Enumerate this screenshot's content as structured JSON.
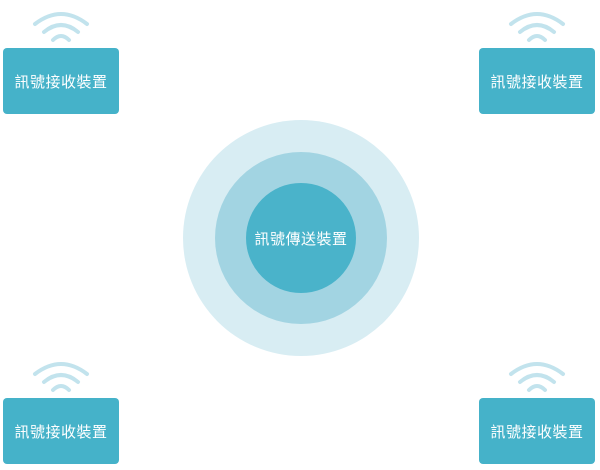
{
  "colors": {
    "receiver_box": "#45b2c9",
    "wifi_arc": "#c2e3ed",
    "ring_outer": "#d8edf3",
    "ring_middle": "#a2d4e2",
    "ring_inner": "#4ab3ca",
    "text": "#ffffff"
  },
  "transmitter": {
    "label": "訊號傳送裝置"
  },
  "receivers": [
    {
      "label": "訊號接收裝置",
      "icon": "wifi-icon"
    },
    {
      "label": "訊號接收裝置",
      "icon": "wifi-icon"
    },
    {
      "label": "訊號接收裝置",
      "icon": "wifi-icon"
    },
    {
      "label": "訊號接收裝置",
      "icon": "wifi-icon"
    }
  ]
}
